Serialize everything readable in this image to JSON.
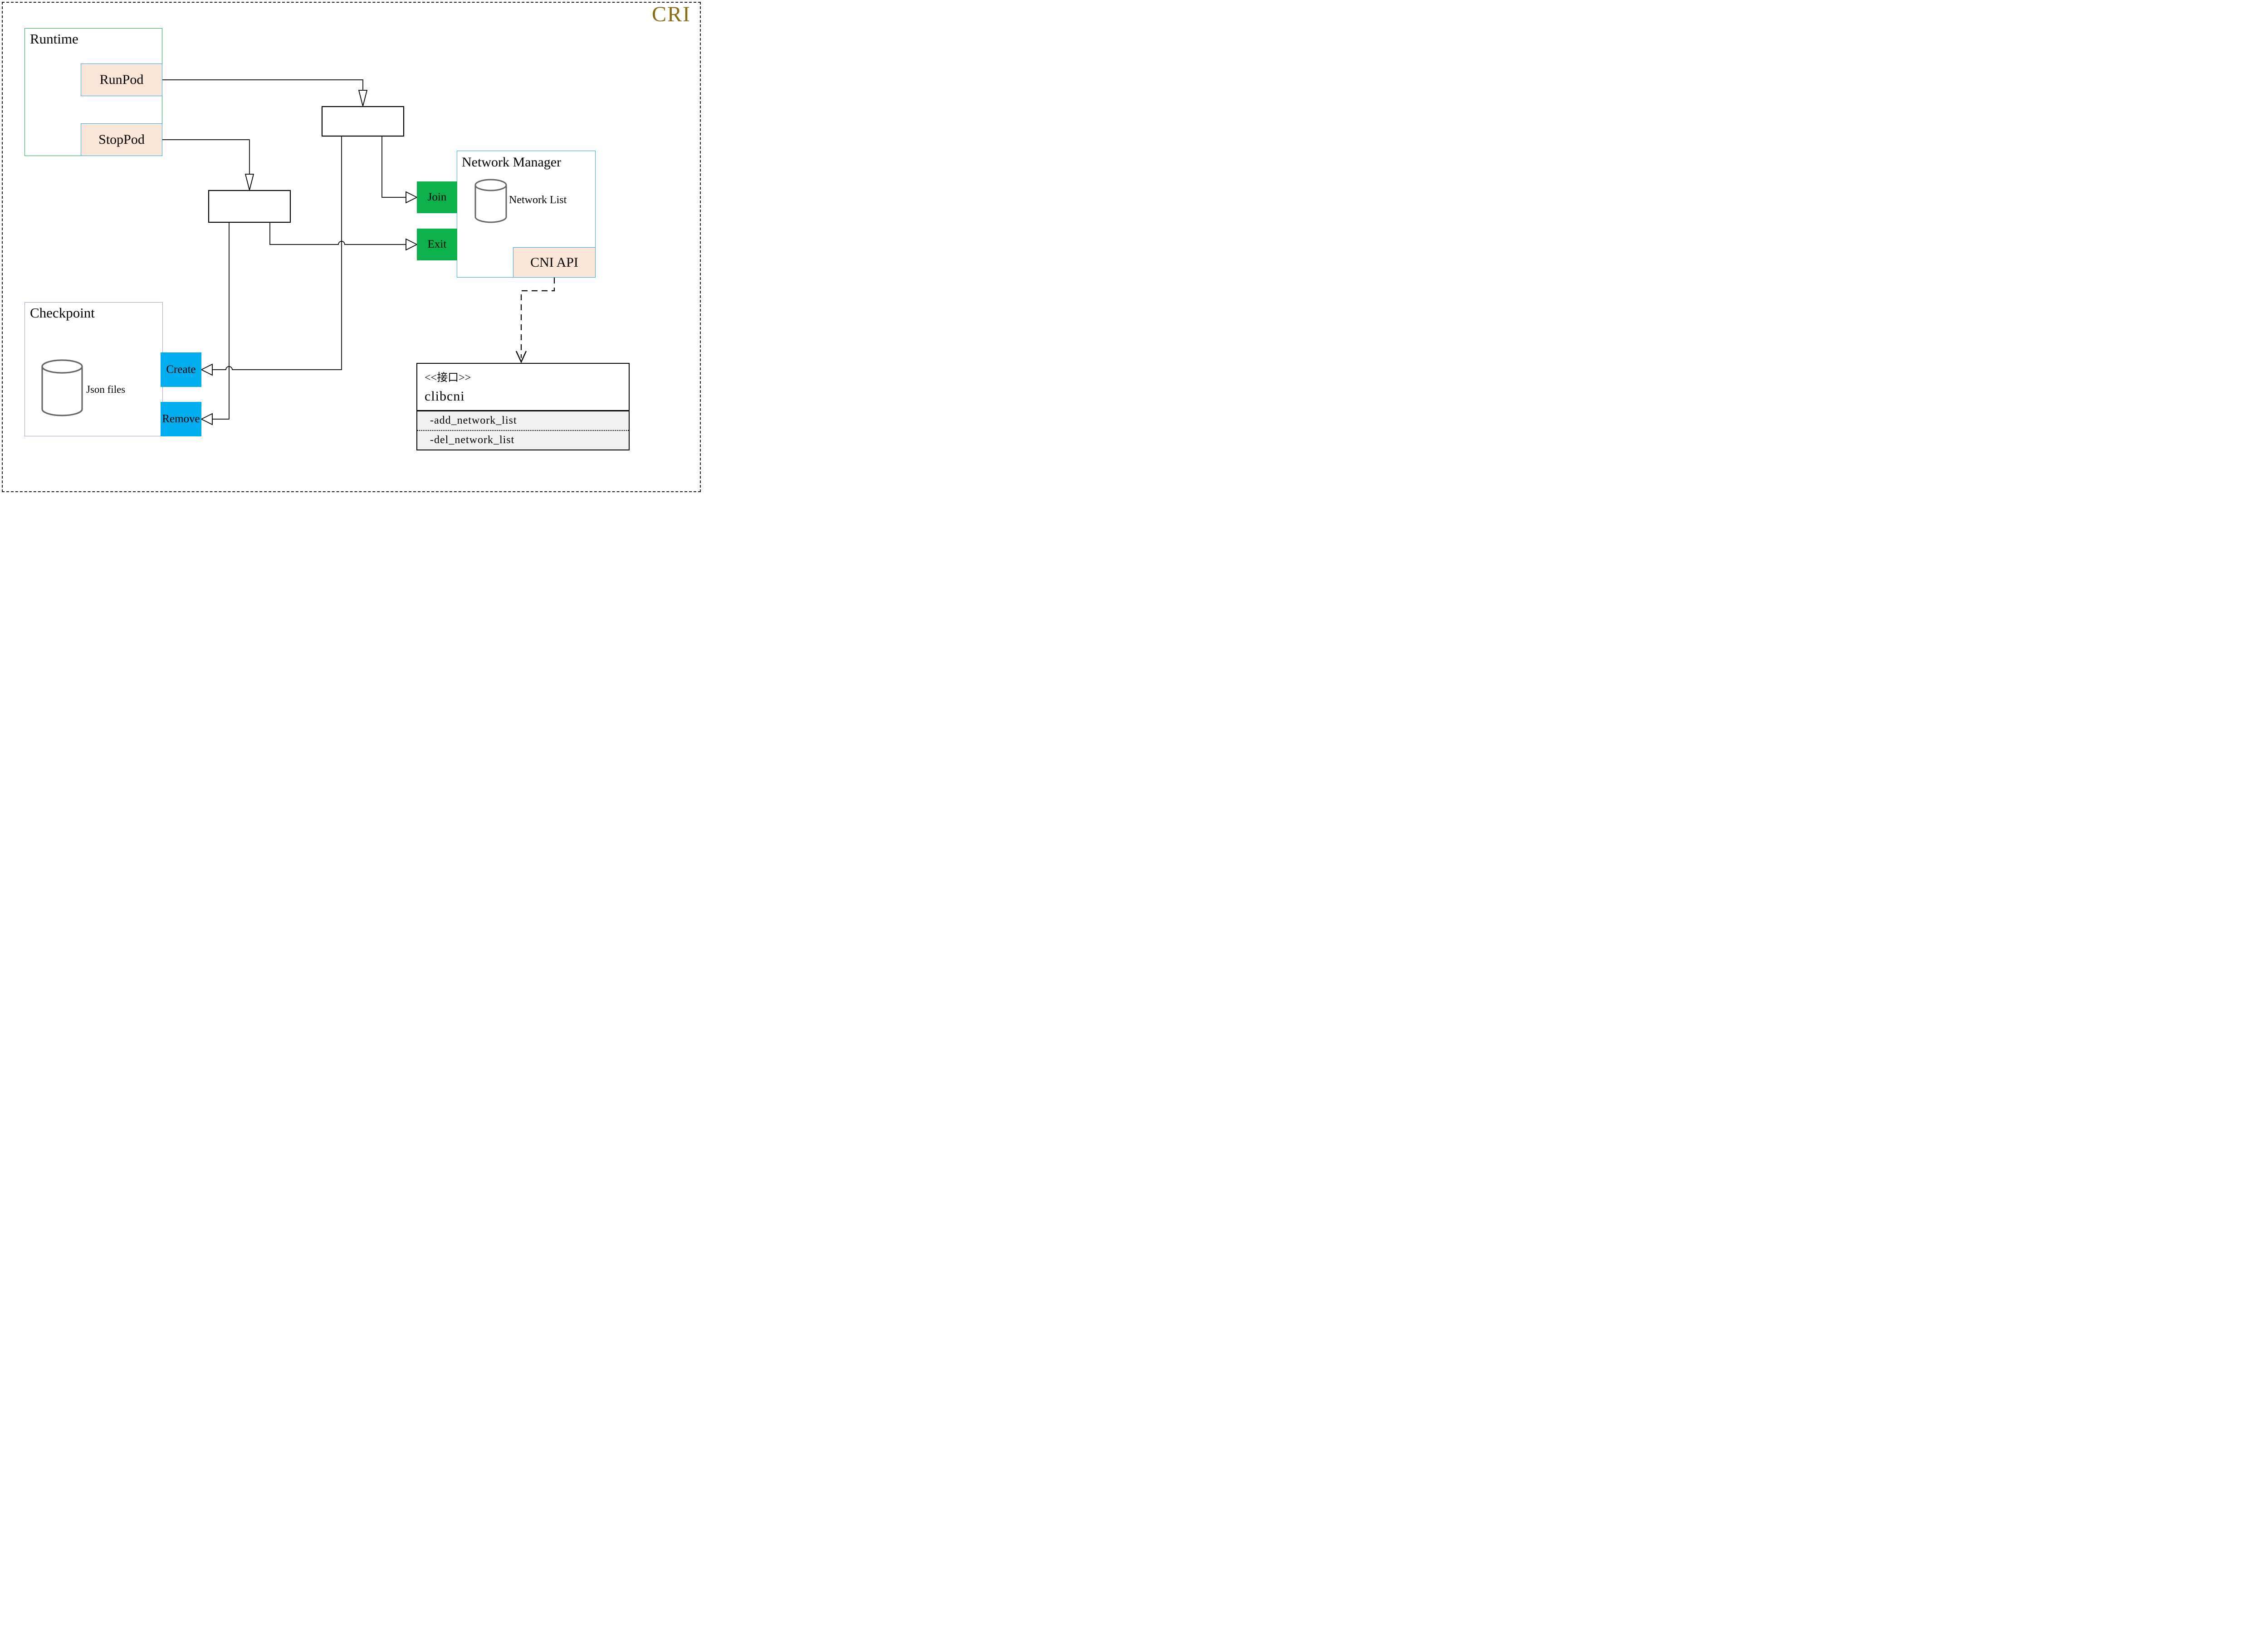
{
  "page": {
    "title": "CRI",
    "kind": "architecture-diagram"
  },
  "colors": {
    "title_gold": "#8a6d12",
    "runtime_border_green": "#2eb05c",
    "checkpoint_border_purple": "#a99cc9",
    "node_border_cyan": "#29abe2",
    "node_fill_peach": "#fbe5d6",
    "action_green": "#0db14b",
    "action_blue": "#00aeef",
    "cylinder_gray": "#666666",
    "interface_section_gray": "#f1f1f1",
    "wire_black": "#000000"
  },
  "runtime": {
    "label": "Runtime",
    "items": [
      {
        "label": "RunPod"
      },
      {
        "label": "StopPod"
      }
    ]
  },
  "checkpoint": {
    "label": "Checkpoint",
    "store_icon": "database-cylinder-icon",
    "store_label": "Json files",
    "actions": [
      {
        "label": "Create"
      },
      {
        "label": "Remove"
      }
    ]
  },
  "network_manager": {
    "label": "Network Manager",
    "store_icon": "database-cylinder-icon",
    "store_label": "Network List",
    "operations": [
      {
        "label": "Join"
      },
      {
        "label": "Exit"
      }
    ],
    "api_label": "CNI API"
  },
  "interface": {
    "stereotype": "<<接口>>",
    "name": "clibcni",
    "members": [
      {
        "label": "-add_network_list"
      },
      {
        "label": "-del_network_list"
      }
    ]
  }
}
